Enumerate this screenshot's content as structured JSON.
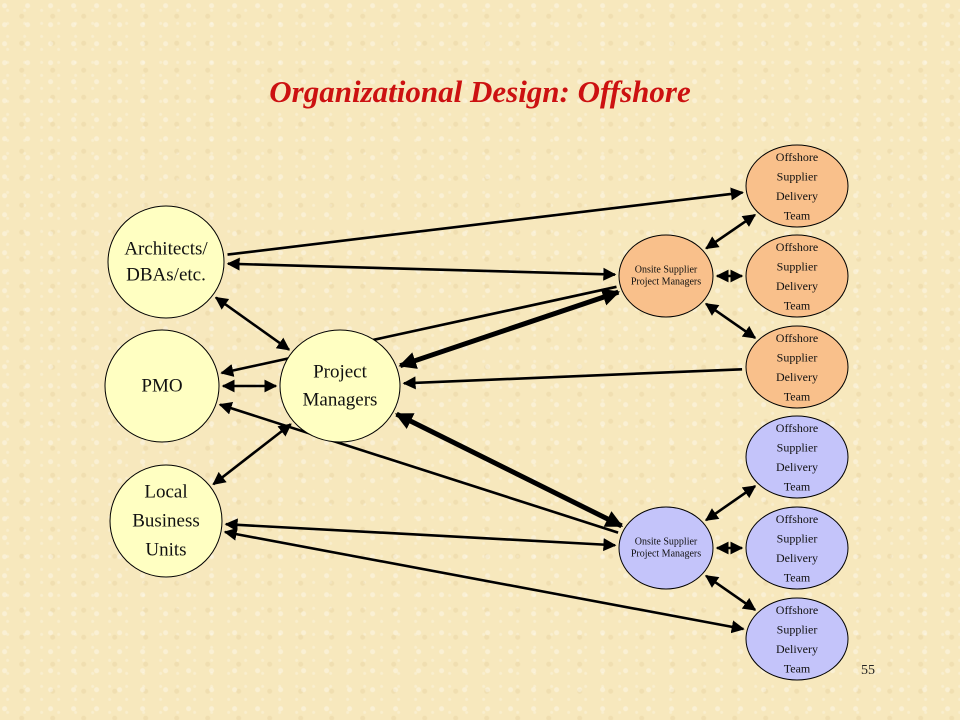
{
  "title": "Organizational Design: Offshore",
  "page_number": "55",
  "colors": {
    "yellow_node": "#ffffc2",
    "orange_node": "#f9c08b",
    "blue_node": "#c4c4fa",
    "title": "#cc1111",
    "edge": "#000000"
  },
  "nodes": [
    {
      "id": "architects",
      "lines": [
        "Architects/",
        "DBAs/etc."
      ],
      "color": "yellow"
    },
    {
      "id": "pmo",
      "lines": [
        "PMO"
      ],
      "color": "yellow"
    },
    {
      "id": "local",
      "lines": [
        "Local",
        "Business",
        "Units"
      ],
      "color": "yellow"
    },
    {
      "id": "pm",
      "lines": [
        "Project",
        "Managers"
      ],
      "color": "yellow"
    },
    {
      "id": "osp1",
      "lines": [
        "Onsite Supplier",
        "Project Managers"
      ],
      "color": "orange"
    },
    {
      "id": "osp2",
      "lines": [
        "Onsite Supplier",
        "Project Managers"
      ],
      "color": "blue"
    },
    {
      "id": "off1",
      "lines": [
        "Offshore",
        "Supplier",
        "Delivery",
        "Team"
      ],
      "color": "orange"
    },
    {
      "id": "off2",
      "lines": [
        "Offshore",
        "Supplier",
        "Delivery",
        "Team"
      ],
      "color": "orange"
    },
    {
      "id": "off3",
      "lines": [
        "Offshore",
        "Supplier",
        "Delivery",
        "Team"
      ],
      "color": "orange"
    },
    {
      "id": "off4",
      "lines": [
        "Offshore",
        "Supplier",
        "Delivery",
        "Team"
      ],
      "color": "blue"
    },
    {
      "id": "off5",
      "lines": [
        "Offshore",
        "Supplier",
        "Delivery",
        "Team"
      ],
      "color": "blue"
    },
    {
      "id": "off6",
      "lines": [
        "Offshore",
        "Supplier",
        "Delivery",
        "Team"
      ],
      "color": "blue"
    }
  ],
  "edges": [
    {
      "from": "architects",
      "to": "off1",
      "direction": "forward",
      "weight": "normal"
    },
    {
      "from": "architects",
      "to": "osp1",
      "direction": "both",
      "weight": "normal"
    },
    {
      "from": "architects",
      "to": "pm",
      "direction": "both",
      "weight": "normal"
    },
    {
      "from": "osp1",
      "to": "pmo",
      "direction": "forward",
      "weight": "normal"
    },
    {
      "from": "pmo",
      "to": "pm",
      "direction": "both",
      "weight": "normal"
    },
    {
      "from": "pm",
      "to": "osp1",
      "direction": "both",
      "weight": "thick"
    },
    {
      "from": "pm",
      "to": "osp2",
      "direction": "both",
      "weight": "thick"
    },
    {
      "from": "off3",
      "to": "pm",
      "direction": "forward",
      "weight": "normal"
    },
    {
      "from": "osp2",
      "to": "pmo",
      "direction": "forward",
      "weight": "normal"
    },
    {
      "from": "local",
      "to": "pm",
      "direction": "both",
      "weight": "normal"
    },
    {
      "from": "local",
      "to": "osp2",
      "direction": "both",
      "weight": "normal"
    },
    {
      "from": "local",
      "to": "off6",
      "direction": "both",
      "weight": "normal"
    },
    {
      "from": "osp1",
      "to": "off1",
      "direction": "both",
      "weight": "normal"
    },
    {
      "from": "osp1",
      "to": "off2",
      "direction": "both",
      "weight": "normal"
    },
    {
      "from": "osp1",
      "to": "off3",
      "direction": "both",
      "weight": "normal"
    },
    {
      "from": "osp2",
      "to": "off4",
      "direction": "both",
      "weight": "normal"
    },
    {
      "from": "osp2",
      "to": "off5",
      "direction": "both",
      "weight": "normal"
    },
    {
      "from": "osp2",
      "to": "off6",
      "direction": "both",
      "weight": "normal"
    }
  ]
}
